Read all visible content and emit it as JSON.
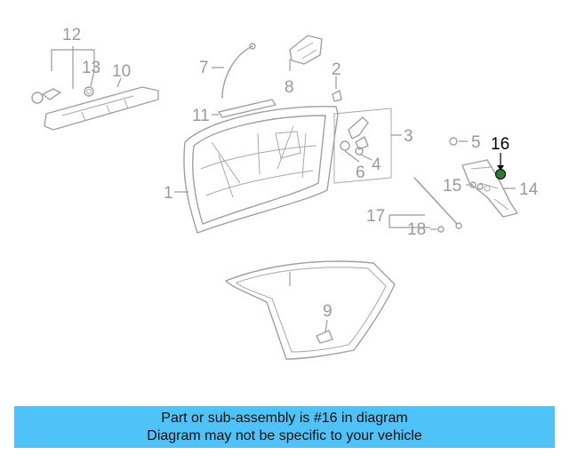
{
  "diagram": {
    "callouts": {
      "c1": "1",
      "c2": "2",
      "c3": "3",
      "c4": "4",
      "c5": "5",
      "c6": "6",
      "c7": "7",
      "c8": "8",
      "c9": "9",
      "c10": "10",
      "c11": "11",
      "c12": "12",
      "c13": "13",
      "c14": "14",
      "c15": "15",
      "c16": "16",
      "c17": "17",
      "c18": "18"
    },
    "highlighted_part": "16",
    "highlight_color": "#000000",
    "highlight_fill": "#2e7d32"
  },
  "banner": {
    "line1": "Part or sub-assembly is #16 in diagram",
    "line2": "Diagram may not be specific to your vehicle",
    "background": "#4fc3f7"
  }
}
